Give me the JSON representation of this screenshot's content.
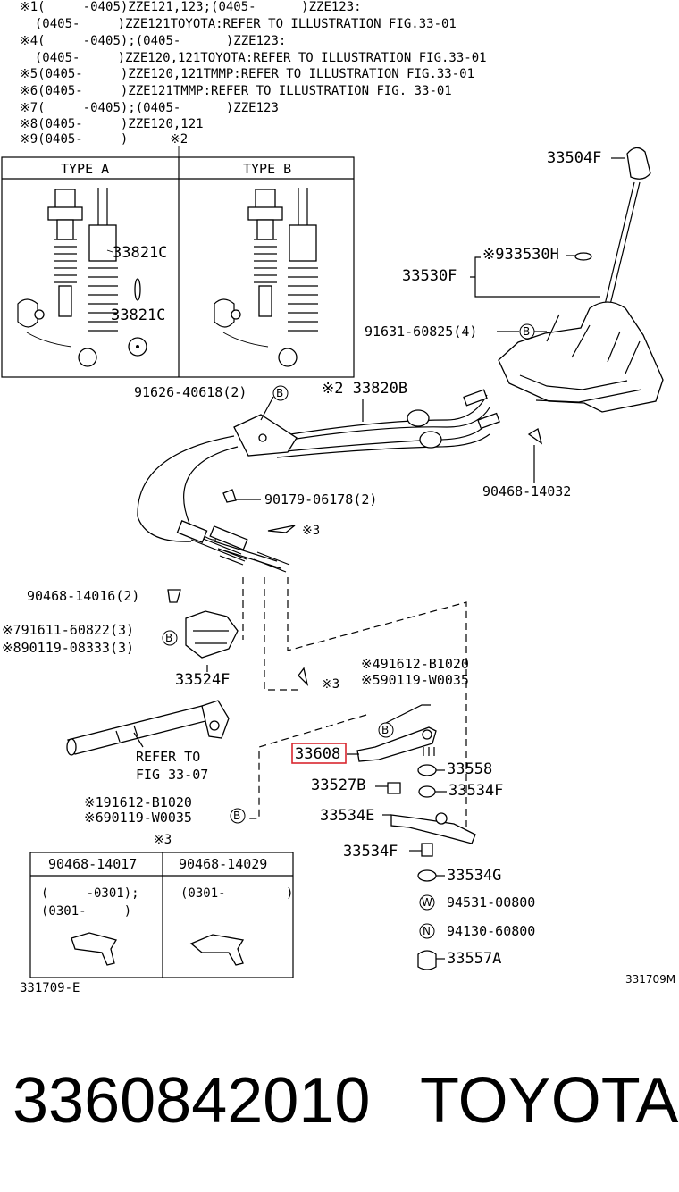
{
  "notes": [
    "※1(     -0405)ZZE121,123;(0405-      )ZZE123:",
    "  (0405-     )ZZE121TOYOTA:REFER TO ILLUSTRATION FIG.33-01",
    "※4(     -0405);(0405-      )ZZE123:",
    "  (0405-     )ZZE120,121TOYOTA:REFER TO ILLUSTRATION FIG.33-01",
    "※5(0405-     )ZZE120,121TMMP:REFER TO ILLUSTRATION FIG.33-01",
    "※6(0405-     )ZZE121TMMP:REFER TO ILLUSTRATION FIG. 33-01",
    "※7(     -0405);(0405-      )ZZE123",
    "※8(0405-     )ZZE120,121",
    "※9(0405-     )"
  ],
  "note_ref_2": "※2",
  "type_box": {
    "type_a": "TYPE A",
    "type_b": "TYPE B",
    "label_upper": "33821C",
    "label_lower": "33821C"
  },
  "labels": {
    "l33504F": "33504F",
    "l33530H": "※933530H",
    "l33530F": "33530F",
    "l91631": "91631-60825(4)",
    "l91626": "91626-40618(2)",
    "l33820B": "※2 33820B",
    "l90468_14032": "90468-14032",
    "l90179": "90179-06178(2)",
    "l_ref3a": "※3",
    "l90468_14016": "90468-14016(2)",
    "l91611": "※791611-60822(3)",
    "l90119_08333": "※890119-08333(3)",
    "l33524F": "33524F",
    "l_ref3b": "※3",
    "l91612_upper": "※491612-B1020",
    "l90119_upper": "※590119-W0035",
    "l33608": "33608",
    "l33558": "33558",
    "l33527B": "33527B",
    "l33534F_a": "33534F",
    "l33534E": "33534E",
    "l33534F_b": "33534F",
    "l33534G": "33534G",
    "l94531": "94531-00800",
    "l94130": "94130-60800",
    "l33557A": "33557A",
    "l_refer1": "REFER TO",
    "l_refer2": "FIG 33-07",
    "l91612_lower": "※191612-B1020",
    "l90119_lower": "※690119-W0035",
    "l_ref3c": "※3",
    "circle_b": "B",
    "circle_w": "W",
    "circle_n": "N"
  },
  "clip_table": {
    "col1_header": "90468-14017",
    "col2_header": "90468-14029",
    "col1_line1": "(     -0301);",
    "col1_line2": "(0301-     )",
    "col2_line1": "(0301-        )"
  },
  "fig_codes": {
    "left": "331709-E",
    "right": "331709M"
  },
  "footer": {
    "part_number": "3360842010",
    "brand": "TOYOTA"
  },
  "colors": {
    "highlight": "#d9262e",
    "ink": "#000000"
  }
}
